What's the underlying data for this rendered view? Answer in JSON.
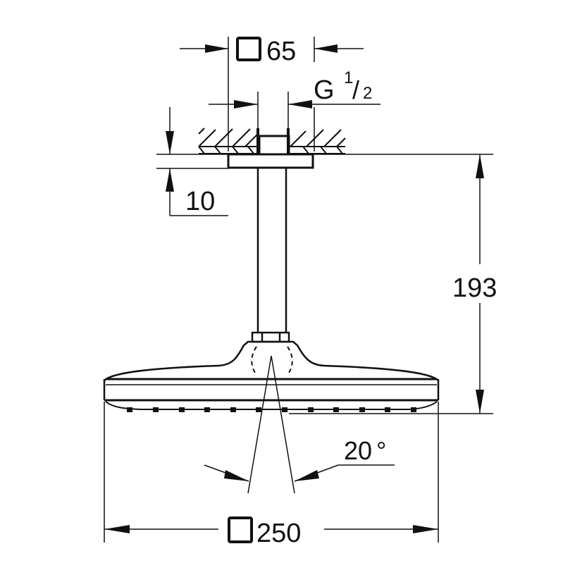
{
  "diagram": {
    "type": "technical-dimension-drawing",
    "subject": "ceiling-mounted square shower head with arm",
    "line_color": "#111111",
    "background": "#ffffff"
  },
  "dimensions": {
    "flange_width": {
      "symbol": "square",
      "value": "65"
    },
    "thread": {
      "prefix": "G",
      "numerator": "1",
      "slash": "/",
      "denominator": "2"
    },
    "ceiling_offset": {
      "value": "10"
    },
    "total_height": {
      "value": "193"
    },
    "spray_angle": {
      "value": "20",
      "unit": "°"
    },
    "head_width": {
      "symbol": "square",
      "value": "250"
    }
  }
}
